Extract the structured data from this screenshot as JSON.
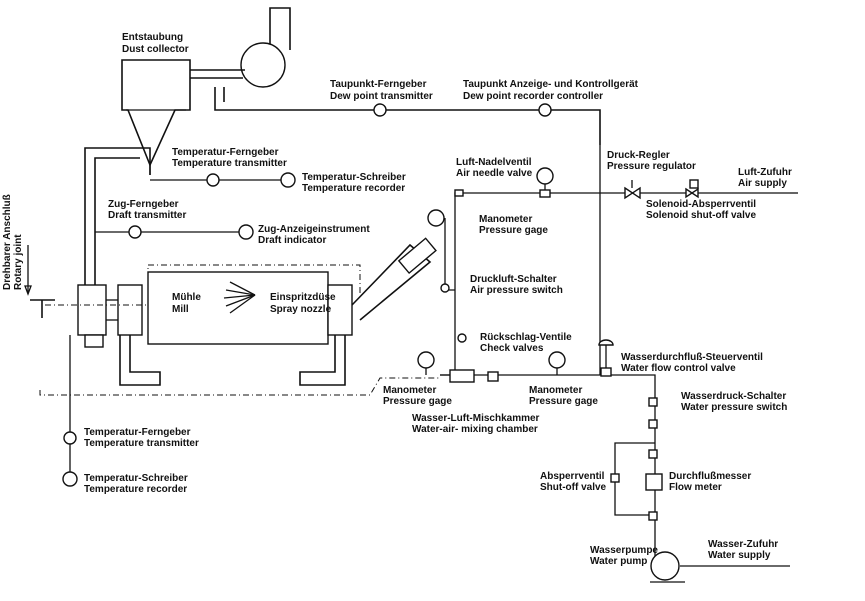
{
  "labels": {
    "dust_collector_de": "Entstaubung",
    "dust_collector_en": "Dust collector",
    "dp_transmitter_de": "Taupunkt-Ferngeber",
    "dp_transmitter_en": "Dew point transmitter",
    "dp_recorder_de": "Taupunkt Anzeige- und Kontrollgerät",
    "dp_recorder_en": "Dew point recorder controller",
    "temp_tx_top_de": "Temperatur-Ferngeber",
    "temp_tx_top_en": "Temperature transmitter",
    "temp_rec_top_de": "Temperatur-Schreiber",
    "temp_rec_top_en": "Temperature recorder",
    "draft_tx_de": "Zug-Ferngeber",
    "draft_tx_en": "Draft transmitter",
    "draft_ind_de": "Zug-Anzeigeinstrument",
    "draft_ind_en": "Draft indicator",
    "rotary_de": "Drehbarer Anschluß",
    "rotary_en": "Rotary joint",
    "mill_de": "Mühle",
    "mill_en": "Mill",
    "nozzle_de": "Einspritzdüse",
    "nozzle_en": "Spray nozzle",
    "air_needle_de": "Luft-Nadelventil",
    "air_needle_en": "Air needle valve",
    "manometer1_de": "Manometer",
    "manometer1_en": "Pressure gage",
    "air_switch_de": "Druckluft-Schalter",
    "air_switch_en": "Air pressure switch",
    "check_de": "Rückschlag-Ventile",
    "check_en": "Check valves",
    "manometer2_de": "Manometer",
    "manometer2_en": "Pressure gage",
    "manometer3_de": "Manometer",
    "manometer3_en": "Pressure gage",
    "mixing_de": "Wasser-Luft-Mischkammer",
    "mixing_en": "Water-air- mixing chamber",
    "pressure_reg_de": "Druck-Regler",
    "pressure_reg_en": "Pressure regulator",
    "air_supply_de": "Luft-Zufuhr",
    "air_supply_en": "Air supply",
    "solenoid_de": "Solenoid-Absperrventil",
    "solenoid_en": "Solenoid shut-off valve",
    "flow_ctrl_de": "Wasserdurchfluß-Steuerventil",
    "flow_ctrl_en": "Water flow control valve",
    "water_switch_de": "Wasserdruck-Schalter",
    "water_switch_en": "Water pressure switch",
    "shutoff_de": "Absperrventil",
    "shutoff_en": "Shut-off valve",
    "flowmeter_de": "Durchflußmesser",
    "flowmeter_en": "Flow meter",
    "water_supply_de": "Wasser-Zufuhr",
    "water_supply_en": "Water supply",
    "pump_de": "Wasserpumpe",
    "pump_en": "Water pump",
    "temp_tx_bot_de": "Temperatur-Ferngeber",
    "temp_tx_bot_en": "Temperature transmitter",
    "temp_rec_bot_de": "Temperatur-Schreiber",
    "temp_rec_bot_en": "Temperature recorder"
  }
}
